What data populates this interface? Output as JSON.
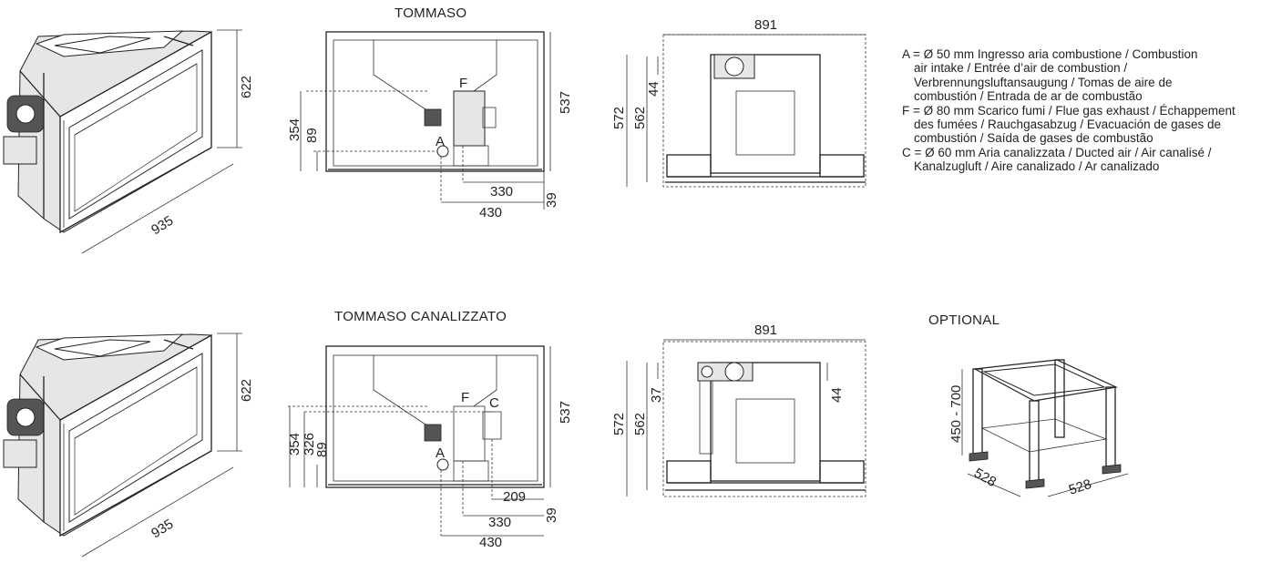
{
  "rows": [
    {
      "title": "TOMMASO",
      "iso": {
        "height": "622",
        "width": "935"
      },
      "side": {
        "h537": "537",
        "h354": "354",
        "h89": "89",
        "w330": "330",
        "w430": "430",
        "h39": "39",
        "label_f": "F",
        "label_a": "A"
      },
      "top": {
        "w891": "891",
        "h572": "572",
        "h562": "562",
        "h44": "44"
      }
    },
    {
      "title": "TOMMASO CANALIZZATO",
      "iso": {
        "height": "622",
        "width": "935"
      },
      "side": {
        "h537": "537",
        "h354": "354",
        "h326": "326",
        "h89": "89",
        "w209": "209",
        "w330": "330",
        "w430": "430",
        "h39": "39",
        "label_f": "F",
        "label_c": "C",
        "label_a": "A"
      },
      "top": {
        "w891": "891",
        "h572": "572",
        "h562": "562",
        "h37": "37",
        "h44": "44"
      }
    }
  ],
  "legend": {
    "lines": [
      "A = Ø 50 mm  Ingresso aria combustione / Combustion",
      "air intake / Entrée d’air de combustion /",
      "Verbrennungsluftansaugung / Tomas de aire de",
      "combustión / Entrada de ar de combustão",
      "F = Ø 80 mm  Scarico fumi / Flue gas exhaust / Échappement",
      "des fumées / Rauchgasabzug / Evacuación de gases de",
      "combustión / Saída de gases de combustão",
      "C = Ø 60 mm Aria canalizzata / Ducted air / Air canalisé /",
      "Kanalzugluft / Aire canalizado / Ar canalizado"
    ]
  },
  "optional": {
    "title": "OPTIONAL",
    "height": "450 - 700",
    "depth": "528",
    "width": "528"
  }
}
